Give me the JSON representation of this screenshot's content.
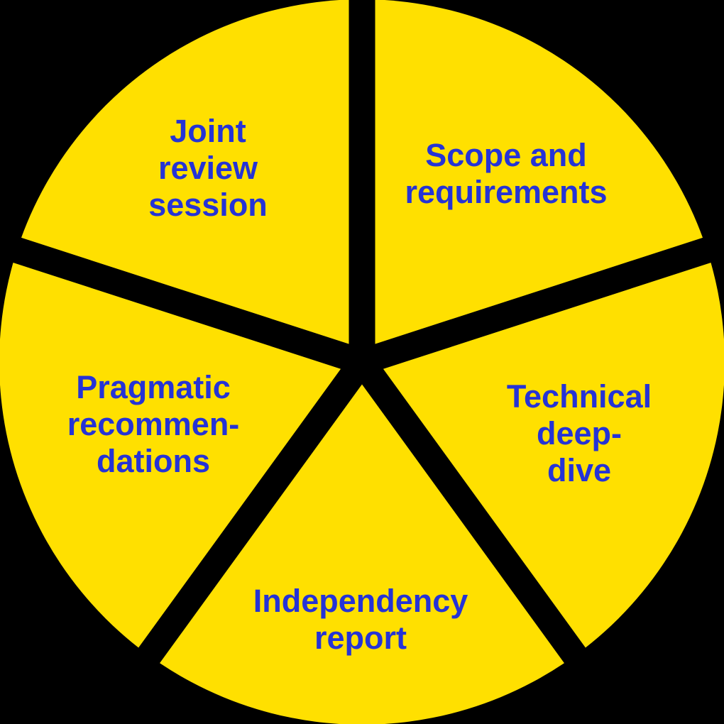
{
  "chart_data": {
    "type": "pie",
    "title": "",
    "slices": [
      {
        "name": "Scope and requirements",
        "label": "Scope and\nrequirements",
        "value": 20
      },
      {
        "name": "Technical deep-dive",
        "label": "Technical\ndeep-dive",
        "value": 20
      },
      {
        "name": "Independency report",
        "label": "Independency\nreport",
        "value": 20
      },
      {
        "name": "Pragmatic recommendations",
        "label": "Pragmatic\nrecommen-\ndations",
        "value": 20
      },
      {
        "name": "Joint review session",
        "label": "Joint\nreview\nsession",
        "value": 20
      }
    ],
    "values_unit": "percent (five equal slices)",
    "start_angle_deg": 90,
    "direction": "clockwise",
    "legend": "none",
    "grid": "off",
    "layout": "labels inside slices, thick background-colored gaps between slices"
  },
  "colors": {
    "background": "#000000",
    "slice": "#FFE000",
    "label": "#2533D6"
  }
}
